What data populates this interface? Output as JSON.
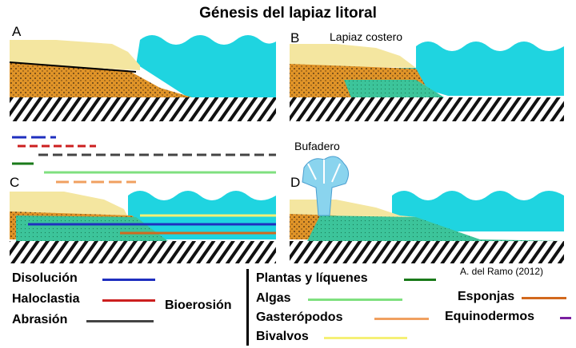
{
  "title": "Génesis del lapiaz litoral",
  "panels": {
    "a": "A",
    "b": "B",
    "c": "C",
    "d": "D"
  },
  "panel_notes": {
    "b": "Lapiaz costero",
    "d": "Bufadero"
  },
  "credit": "A. del Ramo (2012)",
  "legend": {
    "disolucion": "Disolución",
    "haloclastia": "Haloclastia",
    "abrasion": "Abrasión",
    "bioerosion": "Bioerosión",
    "plantas": "Plantas y líquenes",
    "algas": "Algas",
    "gasteropodos": "Gasterópodos",
    "bivalvos": "Bivalvos",
    "esponjas": "Esponjas",
    "equinodermos": "Equinodermos"
  },
  "colors": {
    "disolucion": "#1f2fbf",
    "haloclastia": "#cc1f1f",
    "abrasion": "#444444",
    "plantas": "#1a7a1a",
    "algas": "#7fe07f",
    "gasteropodos": "#f0a060",
    "bivalvos": "#f5f075",
    "esponjas": "#d2691e",
    "equinodermos": "#7a1fa0",
    "sea": "#1fd4e0",
    "sand": "#f4e6a0",
    "rock": "#e09428",
    "algae_fill": "#3cc49a"
  }
}
